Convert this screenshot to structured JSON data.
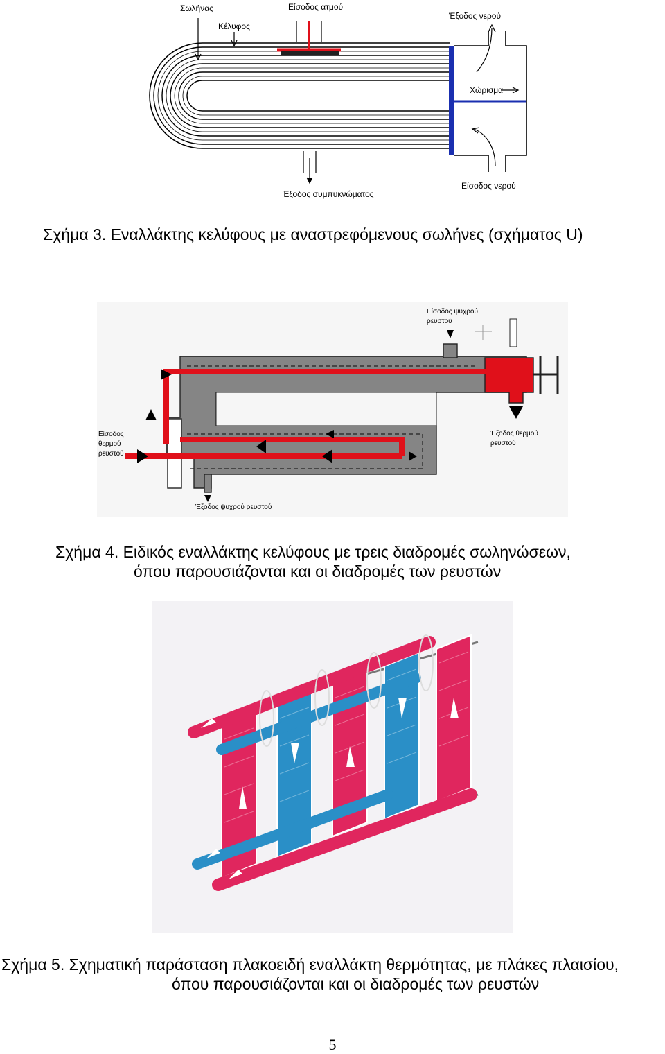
{
  "figure3": {
    "labels": {
      "tube": "Σωλήνας",
      "shell": "Κέλυφος",
      "steam_in": "Είσοδος ατμού",
      "water_out": "Έξοδος νερού",
      "partition": "Χώρισμα",
      "condensate_out": "Έξοδος συμπυκνώματος",
      "water_in": "Είσοδος νερού"
    },
    "caption": "Σχήμα 3. Εναλλάκτης κελύφους με αναστρεφόμενους σωλήνες (σχήματος U)"
  },
  "figure4": {
    "labels": {
      "cold_in_1": "Είσοδος ψυχρού",
      "cold_in_2": "ρευστού",
      "hot_in_1": "Είσοδος",
      "hot_in_2": "θερμού",
      "hot_in_3": "ρευστού",
      "hot_out_1": "Έξοδος θερμού",
      "hot_out_2": "ρευστού",
      "cold_out": "Έξοδος ψυχρού ρευστού"
    },
    "caption_line1": "Σχήμα 4. Ειδικός εναλλάκτης κελύφους με τρεις διαδρομές σωληνώσεων,",
    "caption_line2": "όπου παρουσιάζονται και οι διαδρομές των ρευστών"
  },
  "figure5": {
    "caption_line1": "Σχήμα 5. Σχηματική παράσταση πλακοειδή εναλλάκτη θερμότητας, με πλάκες πλαισίου,",
    "caption_line2": "όπου παρουσιάζονται και οι διαδρομές των ρευστών"
  },
  "page_number": "5",
  "colors": {
    "hot": "#e0101a",
    "cold_blue": "#2a8fc7",
    "pink": "#e0265e",
    "shell_gray": "#858585",
    "partition_blue": "#1a2fb0"
  }
}
